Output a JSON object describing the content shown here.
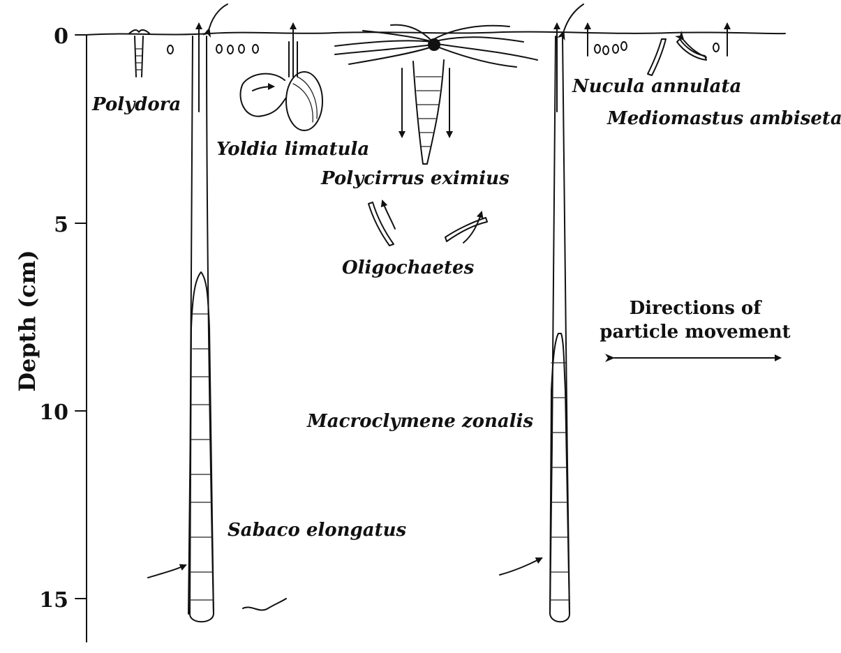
{
  "axis": {
    "title": "Depth (cm)",
    "ticks": [
      "0",
      "5",
      "10",
      "15"
    ]
  },
  "species": {
    "polydora": "Polydora",
    "yoldia": "Yoldia limatula",
    "polycirrus": "Polycirrus eximius",
    "oligochaetes": "Oligochaetes",
    "nucula": "Nucula annulata",
    "mediomastus": "Mediomastus ambiseta",
    "macroclymene": "Macroclymene zonalis",
    "sabaco": "Sabaco elongatus"
  },
  "legend": {
    "line1": "Directions of",
    "line2": "particle movement"
  }
}
